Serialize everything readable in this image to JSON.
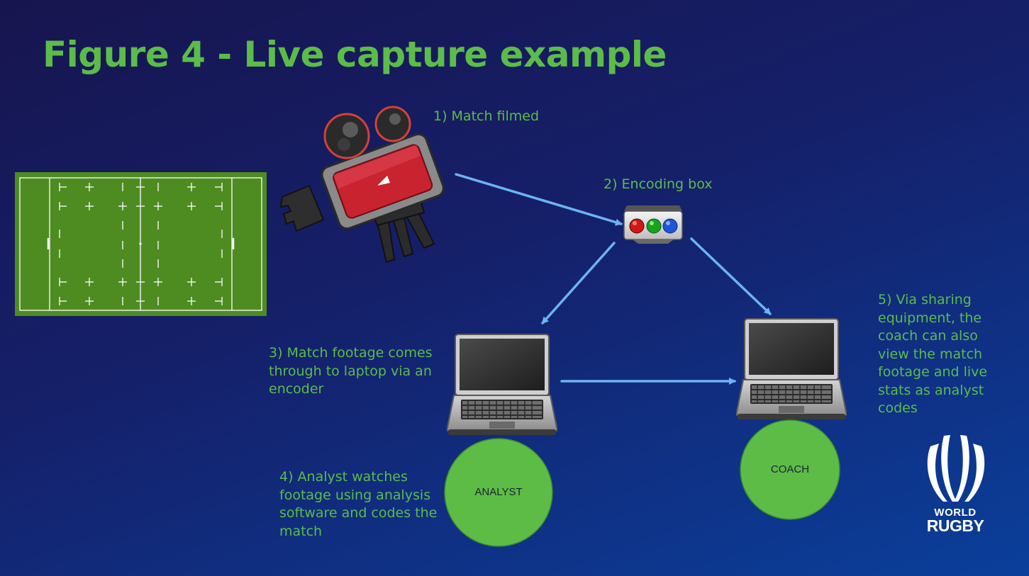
{
  "title": "Figure 4 - Live capture example",
  "steps": {
    "step1": "1) Match filmed",
    "step2": "2) Encoding box",
    "step3_lines": [
      "3) Match footage comes",
      "through to laptop via an",
      "encoder"
    ],
    "step4_lines": [
      "4) Analyst watches",
      "footage using analysis",
      "software and codes the",
      "match"
    ],
    "step5_lines": [
      "5) Via sharing",
      "equipment, the",
      "coach can also",
      "view the match",
      "footage and live",
      "stats as analyst",
      "codes"
    ]
  },
  "roles": {
    "analyst": "ANALYST",
    "coach": "COACH"
  },
  "logo": {
    "line1": "WORLD",
    "line2": "RUGBY"
  },
  "colors": {
    "accent_green": "#5cbc4a",
    "arrow_blue": "#6cb4f4",
    "pitch_green": "#4e8c22"
  },
  "icons": [
    "rugby-pitch-icon",
    "film-camera-icon",
    "encoding-box-icon",
    "laptop-icon",
    "world-rugby-logo"
  ]
}
